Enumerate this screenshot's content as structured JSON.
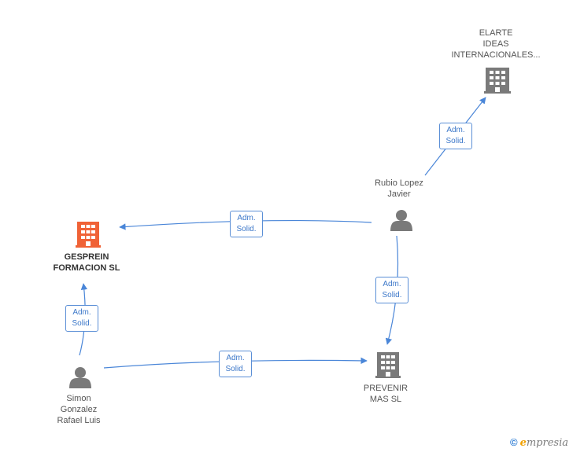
{
  "colors": {
    "edge": "#4a86d8",
    "company": "#7a7a7a",
    "company_main": "#f06236",
    "person": "#7a7a7a"
  },
  "nodes": {
    "elarte": {
      "lines": [
        "ELARTE",
        "IDEAS",
        "INTERNACIONALES..."
      ],
      "icon": "building-icon"
    },
    "gesprein": {
      "lines": [
        "GESPREIN",
        "FORMACION SL"
      ],
      "icon": "building-icon"
    },
    "prevenir": {
      "lines": [
        "PREVENIR",
        "MAS SL"
      ],
      "icon": "building-icon"
    },
    "rubio": {
      "lines": [
        "Rubio Lopez",
        "Javier"
      ],
      "icon": "person-icon"
    },
    "simon": {
      "lines": [
        "Simon",
        "Gonzalez",
        "Rafael Luis"
      ],
      "icon": "person-icon"
    }
  },
  "edges": [
    {
      "from": "rubio",
      "to": "elarte",
      "label": [
        "Adm.",
        "Solid."
      ]
    },
    {
      "from": "rubio",
      "to": "gesprein",
      "label": [
        "Adm.",
        "Solid."
      ]
    },
    {
      "from": "rubio",
      "to": "prevenir",
      "label": [
        "Adm.",
        "Solid."
      ]
    },
    {
      "from": "simon",
      "to": "gesprein",
      "label": [
        "Adm.",
        "Solid."
      ]
    },
    {
      "from": "simon",
      "to": "prevenir",
      "label": [
        "Adm.",
        "Solid."
      ]
    }
  ],
  "brand": {
    "copyright": "©",
    "initial": "e",
    "rest": "mpresia"
  }
}
